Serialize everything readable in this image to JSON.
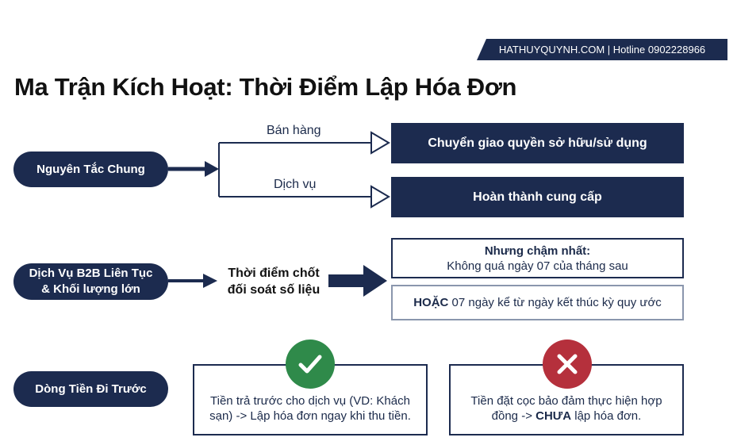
{
  "header": {
    "banner": "HATHUYQUYNH.COM | Hotline 0902228966",
    "title": "Ma Trận Kích Hoạt: Thời Điểm Lập Hóa Đơn"
  },
  "row1": {
    "pill": "Nguyên Tắc Chung",
    "branch_top_label": "Bán hàng",
    "branch_bottom_label": "Dịch vụ",
    "result_top": "Chuyển giao quyền sở hữu/sử dụng",
    "result_bottom": "Hoàn thành cung cấp"
  },
  "row2": {
    "pill_line1": "Dịch Vụ B2B Liên Tục",
    "pill_line2": "& Khối lượng lớn",
    "mid_line1": "Thời điểm chốt",
    "mid_line2": "đối soát số liệu",
    "box1_title": "Nhưng chậm nhất:",
    "box1_text": "Không quá ngày 07 của tháng sau",
    "box2_bold": "HOẶC",
    "box2_text": " 07 ngày kể từ ngày kết thúc kỳ quy ước"
  },
  "row3": {
    "pill": "Dòng Tiền Đi Trước",
    "left_line1": "Tiền trả trước cho dịch vụ (VD: Khách",
    "left_line2": "sạn) -> Lập hóa đơn ngay khi thu tiền.",
    "right_line1": "Tiền đặt cọc bảo đảm thực hiện hợp",
    "right_line2_pre": "đồng -> ",
    "right_line2_bold": "CHƯA",
    "right_line2_post": " lập hóa đơn.",
    "left_icon": "check-icon",
    "right_icon": "cross-icon"
  },
  "colors": {
    "navy": "#1c2b4f",
    "check_green": "#2f8a4a",
    "cross_red": "#b5303c"
  }
}
